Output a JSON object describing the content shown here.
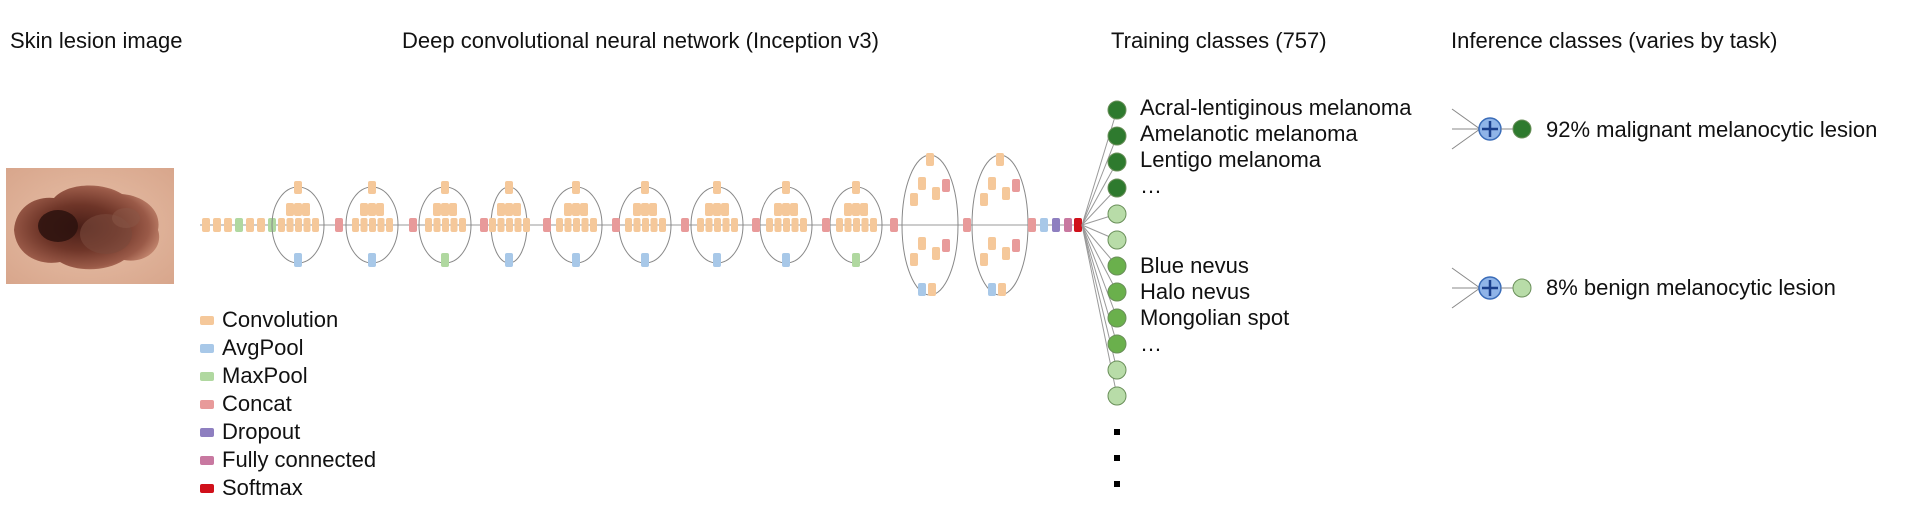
{
  "headers": {
    "input": "Skin lesion image",
    "network": "Deep convolutional neural network (Inception v3)",
    "training": "Training classes (757)",
    "inference": "Inference classes (varies by task)"
  },
  "legend": [
    {
      "label": "Convolution",
      "color": "#f5c89a"
    },
    {
      "label": "AvgPool",
      "color": "#a8c8e8"
    },
    {
      "label": "MaxPool",
      "color": "#b0d8a0"
    },
    {
      "label": "Concat",
      "color": "#e89a9a"
    },
    {
      "label": "Dropout",
      "color": "#8e7fc0"
    },
    {
      "label": "Fully connected",
      "color": "#c878a0"
    },
    {
      "label": "Softmax",
      "color": "#d0101a"
    }
  ],
  "training_group_1": [
    "Acral-lentiginous melanoma",
    "Amelanotic melanoma",
    "Lentigo melanoma",
    "…"
  ],
  "training_group_2": [
    "Blue nevus",
    "Halo nevus",
    "Mongolian spot",
    "…"
  ],
  "inference_outputs": [
    {
      "label": "92% malignant melanocytic lesion"
    },
    {
      "label": "8% benign melanocytic lesion"
    }
  ],
  "colors": {
    "dark_green": "#2e7a2e",
    "mid_green": "#6ab04c",
    "light_green": "#b8dca8",
    "sum_node": "#5b8fd6"
  },
  "icons": {
    "sum_node": "plus-circle-icon",
    "ellipsis": "vertical-dots-icon"
  }
}
